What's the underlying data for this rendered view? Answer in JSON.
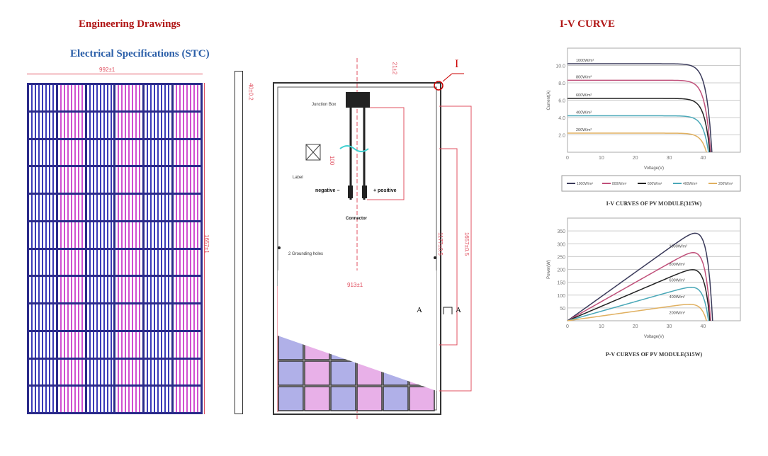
{
  "headings": {
    "engineering": "Engineering Drawings",
    "electrical": "Electrical Specifications (STC)",
    "iv": "I-V CURVE"
  },
  "drawing": {
    "width_dim": "992±1",
    "thickness_dim": "40±0.2",
    "height_dim": "1657±1",
    "top_dim": "21±2",
    "detail_mark": "I",
    "junction_box": "Junction Box",
    "label": "Label",
    "label_dim": "100",
    "negative": "negative −",
    "positive": "+ positive",
    "connector": "Connector",
    "grounding": "2 Grounding holes",
    "inner_width_dim": "913±1",
    "mount_dim": "1177±0.5",
    "outer_dim": "1657±0.5",
    "section_a": "A",
    "section_a2": "A"
  },
  "chart_data": [
    {
      "type": "line",
      "title": "I-V CURVES OF PV MODULE(315W)",
      "xlabel": "Voltage(V)",
      "ylabel": "Current(A)",
      "xlim": [
        0,
        51
      ],
      "ylim": [
        0,
        12
      ],
      "xticks": [
        "0",
        "10",
        "20",
        "30",
        "40"
      ],
      "yticks": [
        "2.0",
        "4.0",
        "6.0",
        "8.0",
        "10.0"
      ],
      "legend": "bottom",
      "series": [
        {
          "name": "1000W/m²",
          "color": "#3a3a5a",
          "isc": 10.2,
          "voc": 42.6
        },
        {
          "name": "800W/m²",
          "color": "#c0507a",
          "isc": 8.3,
          "voc": 42.2
        },
        {
          "name": "600W/m²",
          "color": "#222222",
          "isc": 6.2,
          "voc": 42.0
        },
        {
          "name": "400W/m²",
          "color": "#4aa8b8",
          "isc": 4.2,
          "voc": 41.6
        },
        {
          "name": "200W/m²",
          "color": "#e0b060",
          "isc": 2.2,
          "voc": 41.0
        }
      ]
    },
    {
      "type": "line",
      "title": "P-V CURVES OF PV MODULE(315W)",
      "xlabel": "Voltage(V)",
      "ylabel": "Power(W)",
      "xlim": [
        0,
        51
      ],
      "ylim": [
        0,
        400
      ],
      "xticks": [
        "0",
        "10",
        "20",
        "30",
        "40"
      ],
      "yticks": [
        "50",
        "100",
        "150",
        "200",
        "250",
        "300",
        "350"
      ],
      "series": [
        {
          "name": "1000W/m²",
          "color": "#3a3a5a",
          "pmax": 318,
          "voc": 42.8
        },
        {
          "name": "800W/m²",
          "color": "#c0507a",
          "pmax": 248,
          "voc": 42.2
        },
        {
          "name": "600W/m²",
          "color": "#222222",
          "pmax": 186,
          "voc": 42.0
        },
        {
          "name": "400W/m²",
          "color": "#4aa8b8",
          "pmax": 122,
          "voc": 41.6
        },
        {
          "name": "200W/m²",
          "color": "#e0b060",
          "pmax": 60,
          "voc": 41.0
        }
      ]
    }
  ]
}
